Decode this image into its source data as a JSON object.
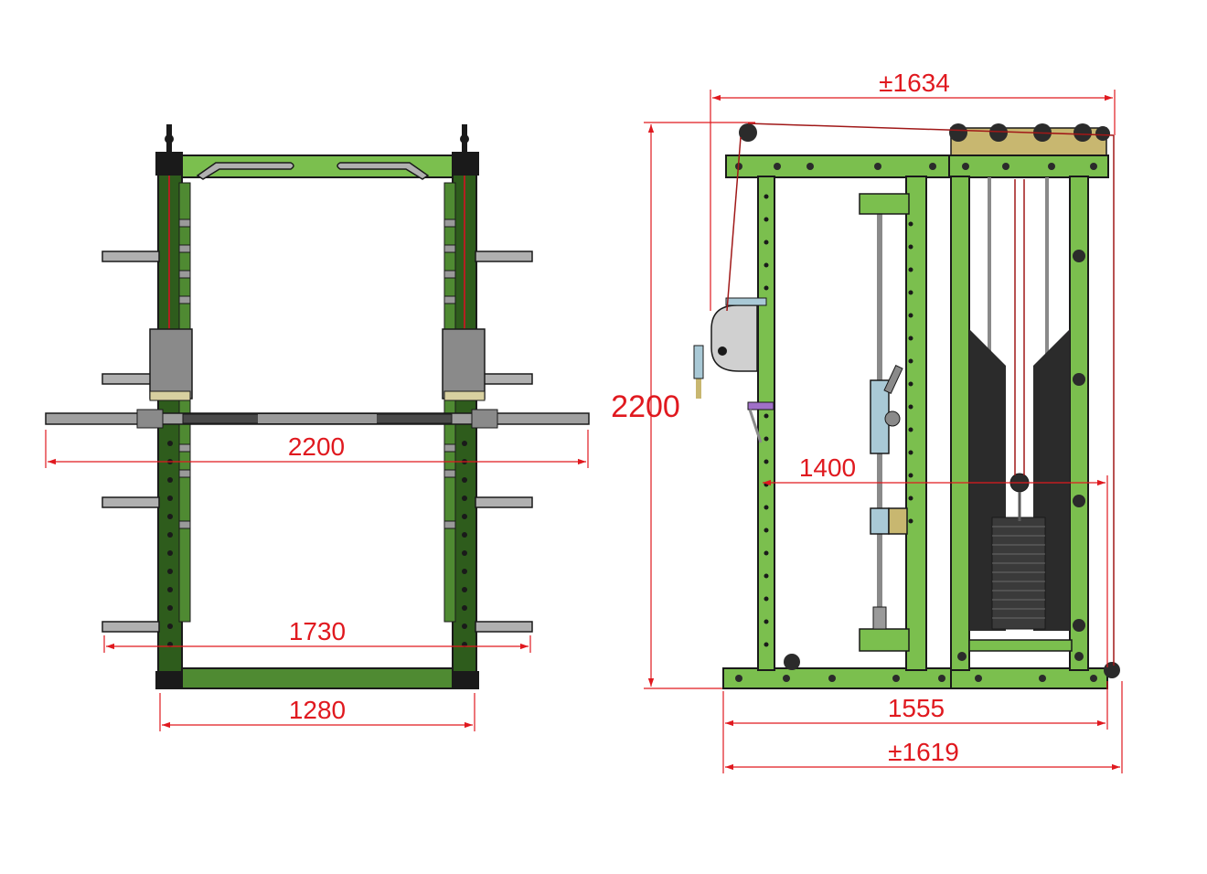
{
  "colors": {
    "frame": "#7bbf4e",
    "frame_dark": "#2e5c1c",
    "outline": "#1a1a1a",
    "steel": "#a8a8a8",
    "weight_stack": "#2b2b2b",
    "tan": "#c8b770",
    "dimension": "#e0191f",
    "accent_purple": "#a070c8",
    "light_blue": "#a9c9d6"
  },
  "front_view": {
    "dim_bar_length": "2200",
    "dim_outer_width": "1730",
    "dim_frame_width": "1280"
  },
  "side_view": {
    "dim_top_length": "±1634",
    "dim_height": "2200",
    "dim_inner_depth": "1400",
    "dim_base_length": "1555",
    "dim_total_length": "±1619"
  }
}
